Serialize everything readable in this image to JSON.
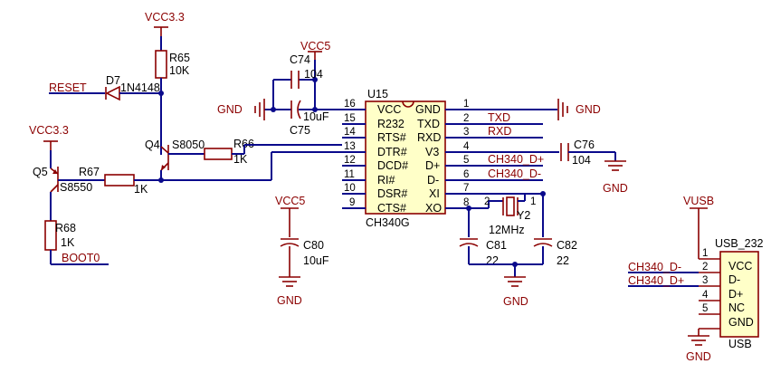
{
  "power": {
    "vcc33_top": "VCC3.3",
    "vcc33_left": "VCC3.3",
    "vcc5_top": "VCC5",
    "vcc5_mid": "VCC5",
    "vusb": "VUSB",
    "gnd_left": "GND",
    "gnd_right": "GND",
    "gnd_c76": "GND",
    "gnd_c80": "GND",
    "gnd_xtal": "GND",
    "gnd_usb": "GND"
  },
  "nets": {
    "reset": "RESET",
    "boot0": "BOOT0",
    "txd": "TXD",
    "rxd": "RXD",
    "ch340_dp_u15": "CH340_D+",
    "ch340_dn_u15": "CH340_D-",
    "ch340_dn_usb": "CH340_D-",
    "ch340_dp_usb": "CH340_D+"
  },
  "components": {
    "r65": {
      "ref": "R65",
      "value": "10K"
    },
    "r66": {
      "ref": "R66",
      "value": "1K"
    },
    "r67": {
      "ref": "R67",
      "value": "1K"
    },
    "r68": {
      "ref": "R68",
      "value": "1K"
    },
    "d7": {
      "ref": "D7",
      "value": "1N4148"
    },
    "q4": {
      "ref": "Q4",
      "value": "S8050"
    },
    "q5": {
      "ref": "Q5",
      "value": "S8550"
    },
    "c74": {
      "ref": "C74",
      "value": "104"
    },
    "c75": {
      "ref": "C75",
      "value": "10uF"
    },
    "c76": {
      "ref": "C76",
      "value": "104"
    },
    "c80": {
      "ref": "C80",
      "value": "10uF"
    },
    "c81": {
      "ref": "C81",
      "value": "22"
    },
    "c82": {
      "ref": "C82",
      "value": "22"
    },
    "y2": {
      "ref": "Y2",
      "value": "12MHz",
      "pin1": "1",
      "pin2": "2"
    }
  },
  "u15": {
    "ref": "U15",
    "part": "CH340G",
    "left_pins": [
      {
        "num": "16",
        "name": "VCC"
      },
      {
        "num": "15",
        "name": "R232"
      },
      {
        "num": "14",
        "name": "RTS#"
      },
      {
        "num": "13",
        "name": "DTR#"
      },
      {
        "num": "12",
        "name": "DCD#"
      },
      {
        "num": "11",
        "name": "RI#"
      },
      {
        "num": "10",
        "name": "DSR#"
      },
      {
        "num": "9",
        "name": "CTS#"
      }
    ],
    "right_pins": [
      {
        "num": "1",
        "name": "GND"
      },
      {
        "num": "2",
        "name": "TXD"
      },
      {
        "num": "3",
        "name": "RXD"
      },
      {
        "num": "4",
        "name": "V3"
      },
      {
        "num": "5",
        "name": "D+"
      },
      {
        "num": "6",
        "name": "D-"
      },
      {
        "num": "7",
        "name": "XI"
      },
      {
        "num": "8",
        "name": "XO"
      }
    ]
  },
  "usb": {
    "ref": "USB_232",
    "part": "USB",
    "pins": [
      {
        "num": "1",
        "name": "VCC"
      },
      {
        "num": "2",
        "name": "D-"
      },
      {
        "num": "3",
        "name": "D+"
      },
      {
        "num": "4",
        "name": "NC"
      },
      {
        "num": "5",
        "name": "GND"
      }
    ]
  }
}
